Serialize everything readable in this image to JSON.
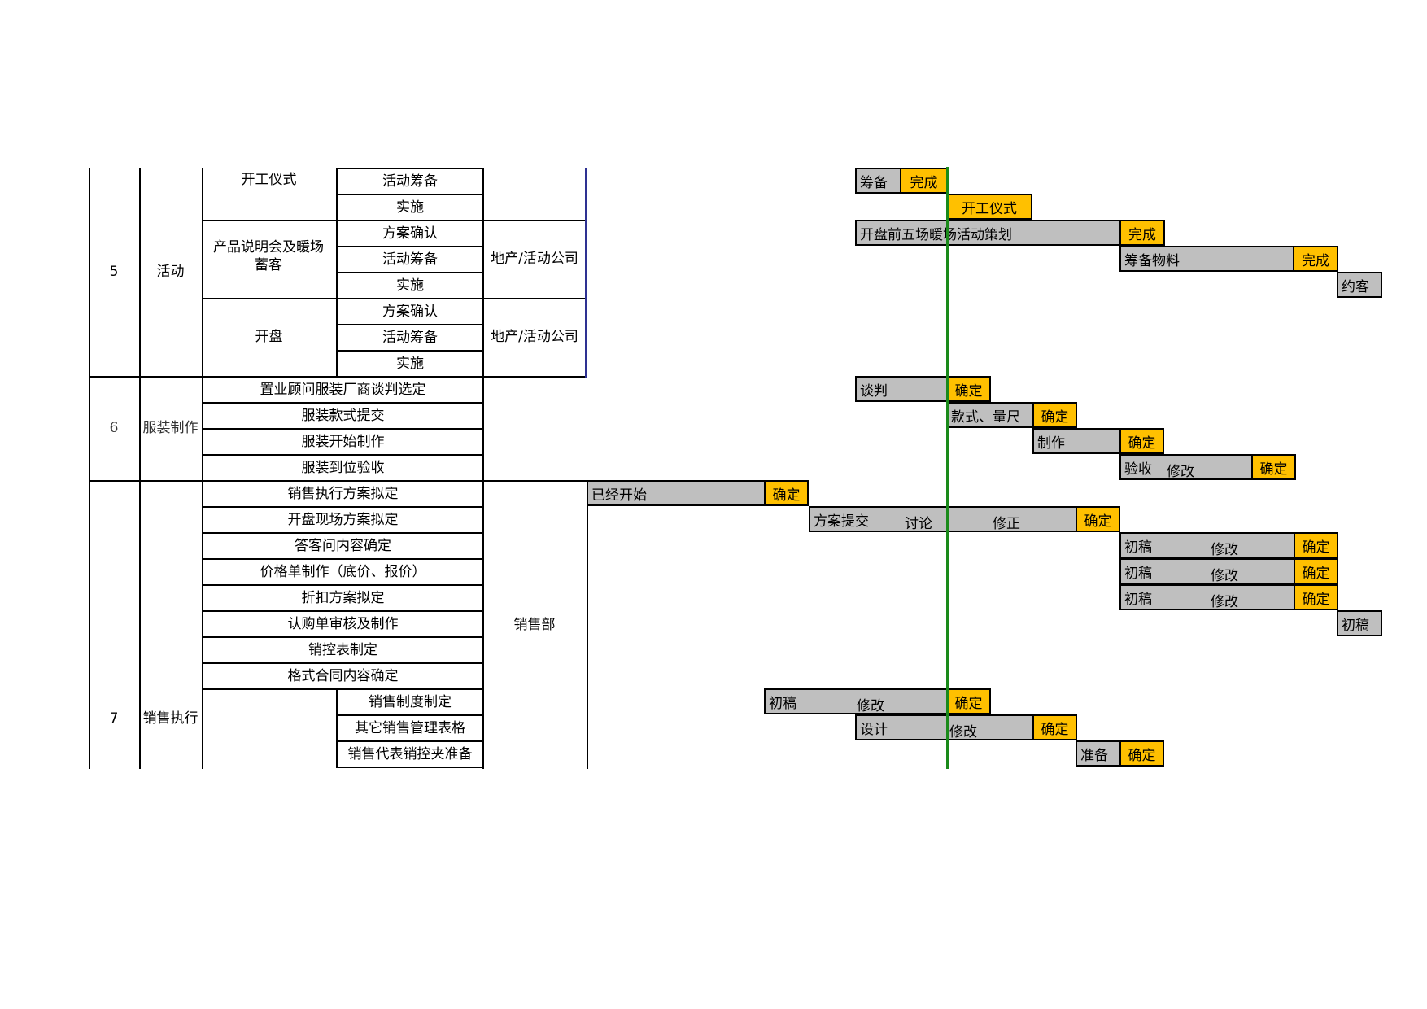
{
  "sections": {
    "s5": {
      "num": "5",
      "name": "活动"
    },
    "s6": {
      "num": "6",
      "name": "服装制作"
    },
    "s7": {
      "num": "7",
      "name": "销售执行"
    }
  },
  "groups": {
    "kaigong": "开工仪式",
    "chanpin": "产品说明会及暖场蓄客",
    "kaipan": "开盘"
  },
  "subtasks": {
    "r1": "活动筹备",
    "r2": "实施",
    "r3": "方案确认",
    "r4": "活动筹备",
    "r5": "实施",
    "r6": "方案确认",
    "r7": "活动筹备",
    "r8": "实施",
    "r16": "销售制度制定",
    "r17": "其它销售管理表格",
    "r18": "销售代表销控夹准备"
  },
  "tasks": {
    "r9": "置业顾问服装厂商谈判选定",
    "r10": "服装款式提交",
    "r11": "服装开始制作",
    "r12": "服装到位验收",
    "r13": "销售执行方案拟定",
    "r14": "开盘现场方案拟定",
    "r15": "答客问内容确定",
    "r15b": "价格单制作（底价、报价）",
    "r15c": "折扣方案拟定",
    "r15d": "认购单审核及制作",
    "r15e": "销控表制定",
    "r15f": "格式合同内容确定"
  },
  "owners": {
    "o1": "地产/活动公司",
    "o2": "地产/活动公司",
    "o3": "销售部"
  },
  "bars": {
    "b1a": "筹备",
    "b1b": "完成",
    "b2": "开工仪式",
    "b3a": "开盘前五场暖场活动策划",
    "b3b": "完成",
    "b4a": "筹备物料",
    "b4b": "完成",
    "b5": "约客",
    "b9a": "谈判",
    "b9b": "确定",
    "b10a": "款式、量尺",
    "b10b": "确定",
    "b11a": "制作",
    "b11b": "确定",
    "b12a": "验收",
    "b12w": "修改",
    "b12b": "确定",
    "b13a": "已经开始",
    "b13b": "确定",
    "b14a": "方案提交",
    "b14w1": "讨论",
    "b14w2": "修正",
    "b14b": "确定",
    "b15a": "初稿",
    "b15w": "修改",
    "b15b": "确定",
    "b16a": "初稿",
    "b16w": "修改",
    "b16b": "确定",
    "b17a": "初稿",
    "b17w": "修改",
    "b17b": "确定",
    "b18a": "初稿",
    "b19a": "初稿",
    "b19w": "修改",
    "b19b": "确定",
    "b20a": "设计",
    "b20w": "修改",
    "b20b": "确定",
    "b21a": "准备",
    "b21b": "确定"
  },
  "colors": {
    "gray": "#bfbfbf",
    "yellow": "#ffc000",
    "today_line": "#1a8a1a",
    "divider": "#2e3192"
  }
}
